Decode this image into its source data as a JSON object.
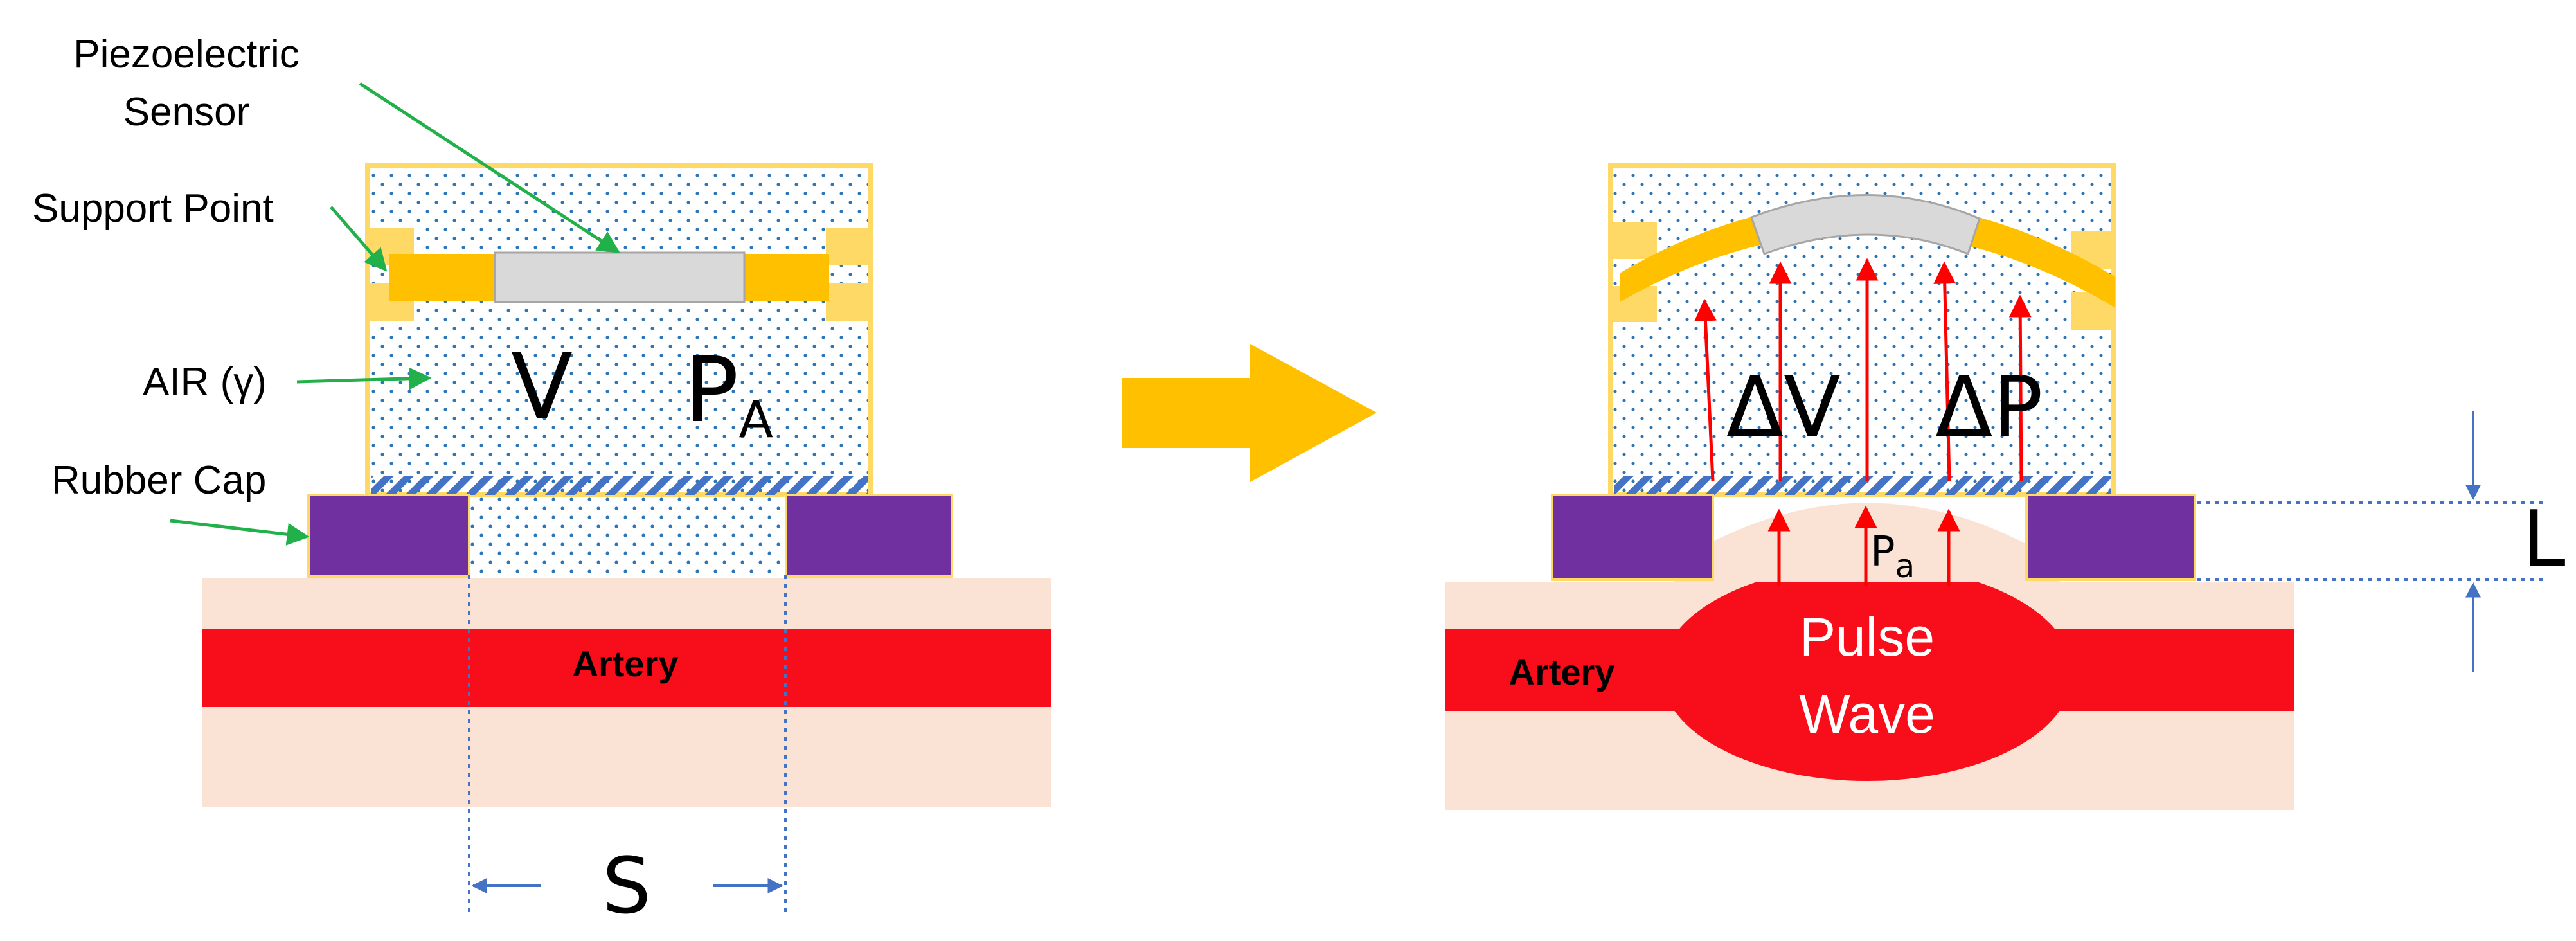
{
  "labels": {
    "piezo_line1": "Piezoelectric",
    "piezo_line2": "Sensor",
    "support_point": "Support Point",
    "air": "AIR (γ)",
    "rubber_cap": "Rubber Cap",
    "left_artery": "Artery",
    "right_artery": "Artery",
    "volume": "V",
    "pressure_main": "P",
    "pressure_sub": "A",
    "delta_volume": "ΔV",
    "delta_pressure": "ΔP",
    "pa_main": "P",
    "pa_sub": "a",
    "pulse_line1": "Pulse",
    "pulse_line2": "Wave",
    "width_label": "S",
    "length_label": "L"
  },
  "colors": {
    "tissue": "#FAE3D5",
    "artery": "#F70E1A",
    "rubber_cap": "#7030A0",
    "frame": "#FFD966",
    "support": "#FFC000",
    "sensor": "#D9D9D9",
    "air_dots": "#2E75B6",
    "hatch": "#4472C4",
    "pointer": "#22B04A",
    "transition_arrow": "#FFC000",
    "force_arrow": "#FF0000",
    "dimension": "#4472C4"
  }
}
